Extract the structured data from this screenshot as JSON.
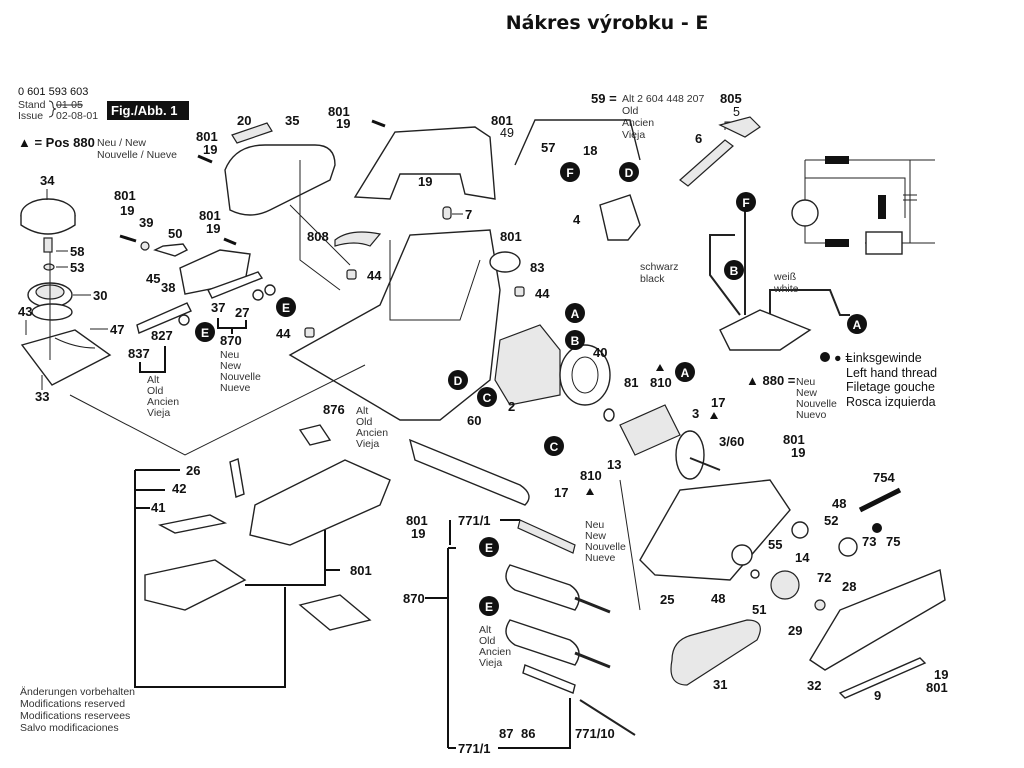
{
  "title": "Nákres výrobku - E",
  "header": {
    "part_number": "0 601 593 603",
    "stand_label": "Stand",
    "stand_value": "01-05",
    "issue_label": "Issue",
    "issue_value": "02-08-01",
    "fig_label": "Fig./Abb. 1",
    "pos880_symbol": "▲ = Pos 880",
    "pos880_line1": "Neu / New",
    "pos880_line2": "Nouvelle / Nueve"
  },
  "notes": {
    "item59": {
      "num": "59 =",
      "line0": "Alt 2 604 448 207",
      "line1": "Old",
      "line2": "Ancien",
      "line3": "Vieja"
    },
    "left_thread": {
      "symbol": "● =",
      "lines": [
        "Linksgewinde",
        "Left hand thread",
        "Filetage gouche",
        "Rosca izquierda"
      ]
    },
    "new880": {
      "symbol": "▲ 880 =",
      "lines": [
        "Neu",
        "New",
        "Nouvelle",
        "Nuevo"
      ]
    },
    "new870": {
      "lines": [
        "Neu",
        "New",
        "Nouvelle",
        "Nueve"
      ]
    },
    "old837": {
      "lines": [
        "Alt",
        "Old",
        "Ancien",
        "Vieja"
      ]
    },
    "old876": {
      "lines": [
        "Alt",
        "Old",
        "Ancien",
        "Vieja"
      ]
    },
    "new771": {
      "lines": [
        "Neu",
        "New",
        "Nouvelle",
        "Nueve"
      ]
    },
    "old771": {
      "lines": [
        "Alt",
        "Old",
        "Ancien",
        "Vieja"
      ]
    },
    "wire_black": [
      "schwarz",
      "black"
    ],
    "wire_white": [
      "weiß",
      "white"
    ],
    "footer": [
      "Änderungen vorbehalten",
      "Modifications reserved",
      "Modifications reservees",
      "Salvo modificaciones"
    ]
  },
  "callouts": {
    "A": "A",
    "B": "B",
    "C": "C",
    "D": "D",
    "E": "E",
    "F": "F"
  },
  "labels": {
    "p34": "34",
    "p58": "58",
    "p53": "53",
    "p30": "30",
    "p43": "43",
    "p47": "47",
    "p33": "33",
    "p801a": "801",
    "p19a": "19",
    "p39": "39",
    "p50": "50",
    "p45": "45",
    "p38": "38",
    "p801b": "801",
    "p19b": "19",
    "p37": "37",
    "p27": "27",
    "p870a": "870",
    "p827": "827",
    "p837": "837",
    "p20": "20",
    "p35": "35",
    "p801c": "801",
    "p19c": "19",
    "p801d": "801",
    "p49": "49",
    "p19d": "19",
    "p7": "7",
    "p808": "808",
    "p801e": "801",
    "p83": "83",
    "p44a": "44",
    "p44b": "44",
    "p44c": "44",
    "p59": "59",
    "p805": "805",
    "p5": "5",
    "p6": "6",
    "p57": "57",
    "p18": "18",
    "p4": "4",
    "p2": "2",
    "p40": "40",
    "p81": "81",
    "p810a": "810",
    "p17a": "17",
    "p3": "3",
    "p360": "3/60",
    "p13": "13",
    "p60": "60",
    "p810b": "810",
    "p17b": "17",
    "p801f": "801",
    "p19f": "19",
    "p48a": "48",
    "p52": "52",
    "p754": "754",
    "p73": "73",
    "p75": "75",
    "p55": "55",
    "p14": "14",
    "p28": "28",
    "p72": "72",
    "p25": "25",
    "p48b": "48",
    "p51": "51",
    "p29": "29",
    "p31": "31",
    "p32": "32",
    "p9": "9",
    "p19g": "19",
    "p801g": "801",
    "p876": "876",
    "p26": "26",
    "p42": "42",
    "p41": "41",
    "p801h": "801",
    "p19h": "19",
    "p801i": "801",
    "p870b": "870",
    "p7711a": "771/1",
    "p7711b": "771/1",
    "p87": "87",
    "p86": "86",
    "p77110": "771/10"
  }
}
